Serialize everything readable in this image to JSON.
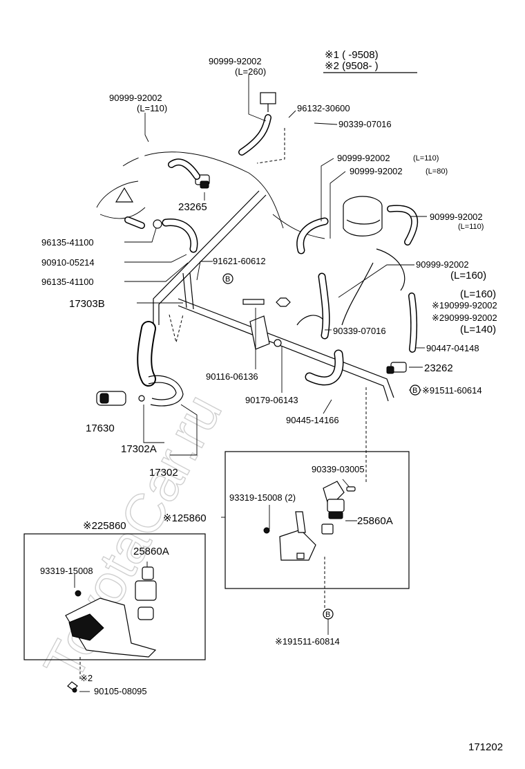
{
  "legend": {
    "line1": "※1 (   -9508)",
    "line2": "※2 (9508-   )"
  },
  "watermark": "ToyotaCar.ru",
  "figure_number": "171202",
  "callouts": {
    "c01": "90999-92002",
    "c01b": "(L=260)",
    "c02": "90999-92002",
    "c02b": "(L=110)",
    "c03": "96132-30600",
    "c04": "90339-07016",
    "c05": "90999-92002",
    "c05b": "(L=110)",
    "c06": "90999-92002",
    "c06b": "(L=80)",
    "c07": "23265",
    "c08": "90999-92002",
    "c08b": "(L=110)",
    "c09": "96135-41100",
    "c10": "90910-05214",
    "c11": "91621-60612",
    "c12": "96135-41100",
    "c13": "90999-92002",
    "c13b": "(L=160)",
    "c14": "(L=160)",
    "c15": "※190999-92002",
    "c16": "17303B",
    "c17": "※290999-92002",
    "c17b": "(L=140)",
    "c18": "90339-07016",
    "c19": "90447-04148",
    "c20": "90116-06136",
    "c21": "23262",
    "c22": "90179-06143",
    "c23": "※91511-60614",
    "c24": "90445-14166",
    "c25": "17630",
    "c26": "17302A",
    "c27": "17302",
    "c28": "90339-03005",
    "c29": "93319-15008 (2)",
    "c30": "※125860",
    "c31": "25860A",
    "c32": "※225860",
    "c33": "25860A",
    "c34": "93319-15008",
    "c35": "※191511-60814",
    "c36": "※2",
    "c37": "90105-08095"
  },
  "ref_marker": "B"
}
